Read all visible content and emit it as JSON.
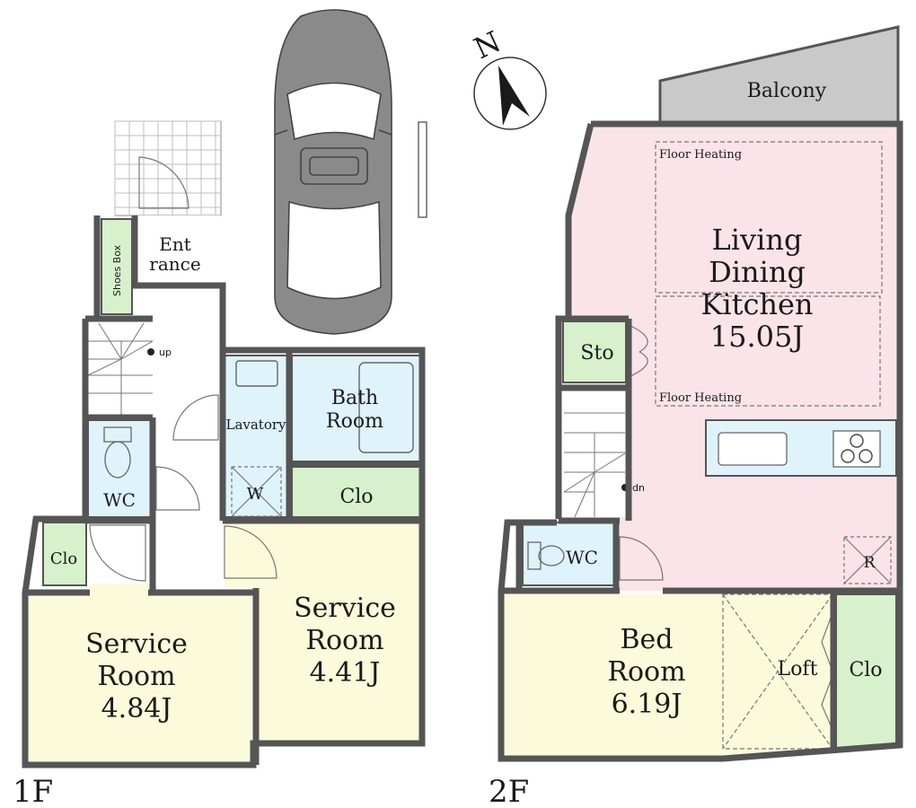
{
  "colors": {
    "wall": "#555555",
    "service_room": "#fbfbdb",
    "green_storage": "#d6f1cb",
    "wet_area": "#dff3fb",
    "ldk": "#fbe3ea",
    "balcony": "#c9c9c9",
    "corridor": "#ffffff"
  },
  "compass": {
    "label": "N"
  },
  "floor1": {
    "label": "1F",
    "rooms": {
      "entrance": "Ent\nrance",
      "shoes_box": "Shoes Box",
      "wc": "WC",
      "clo_small": "Clo",
      "service_left": "Service\nRoom\n4.84J",
      "service_right": "Service\nRoom\n4.41J",
      "lavatory": "Lavatory",
      "bath": "Bath\nRoom",
      "w": "W",
      "clo_mid": "Clo"
    },
    "stair_label": "up"
  },
  "floor2": {
    "label": "2F",
    "rooms": {
      "balcony": "Balcony",
      "ldk": "Living\nDining\nKitchen\n15.05J",
      "floor_heating_top": "Floor Heating",
      "floor_heating_bottom": "Floor Heating",
      "sto": "Sto",
      "wc": "WC",
      "bed": "Bed\nRoom\n6.19J",
      "loft": "Loft",
      "clo": "Clo",
      "r": "R"
    },
    "stair_label": "dn"
  }
}
